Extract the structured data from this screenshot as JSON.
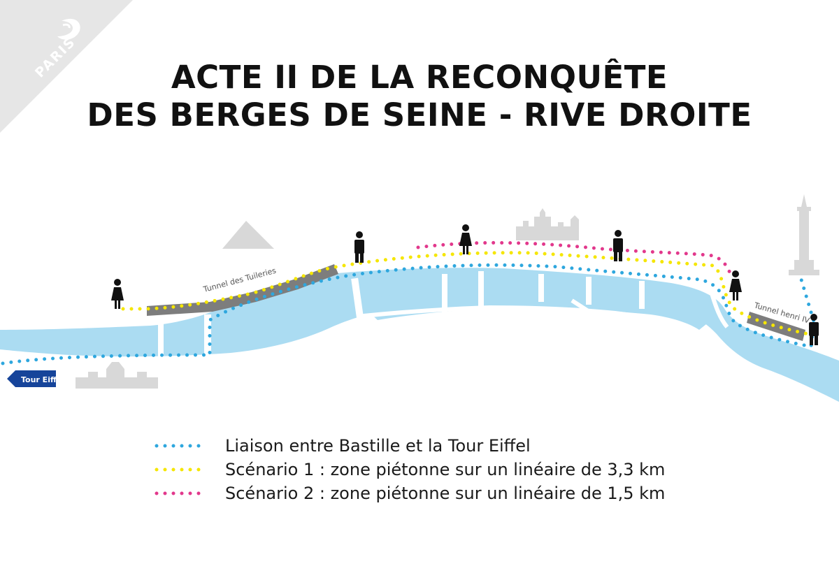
{
  "title": {
    "line1": "ACTE II DE LA RECONQUÊTE",
    "line2": "DES BERGES DE SEINE - RIVE DROITE"
  },
  "corner_badge": {
    "text": "PARIS",
    "color": "#e6e6e6"
  },
  "labels": {
    "tunnel_tuileries": "Tunnel des Tuileries",
    "tunnel_henri": "Tunnel henri IV",
    "tour_eiffel": "Tour Eiffel"
  },
  "legend": [
    {
      "text": "Liaison entre Bastille et la Tour Eiffel",
      "color": "#2ea7de"
    },
    {
      "text": "Scénario 1 : zone piétonne sur un linéaire de 3,3 km",
      "color": "#f5e600"
    },
    {
      "text": "Scénario 2 : zone piétonne sur un linéaire de 1,5 km",
      "color": "#e2388c"
    }
  ],
  "colors": {
    "river": "#abdcf2",
    "tunnel": "#7d7d7d",
    "landmark": "#d8d8d8",
    "arrow": "#16449a"
  },
  "icons": [
    "woman-icon",
    "man-icon",
    "woman-icon",
    "man-icon",
    "woman-icon",
    "man-icon",
    "pyramid-icon",
    "hotel-de-ville-icon",
    "bastille-column-icon",
    "invalides-icon"
  ]
}
